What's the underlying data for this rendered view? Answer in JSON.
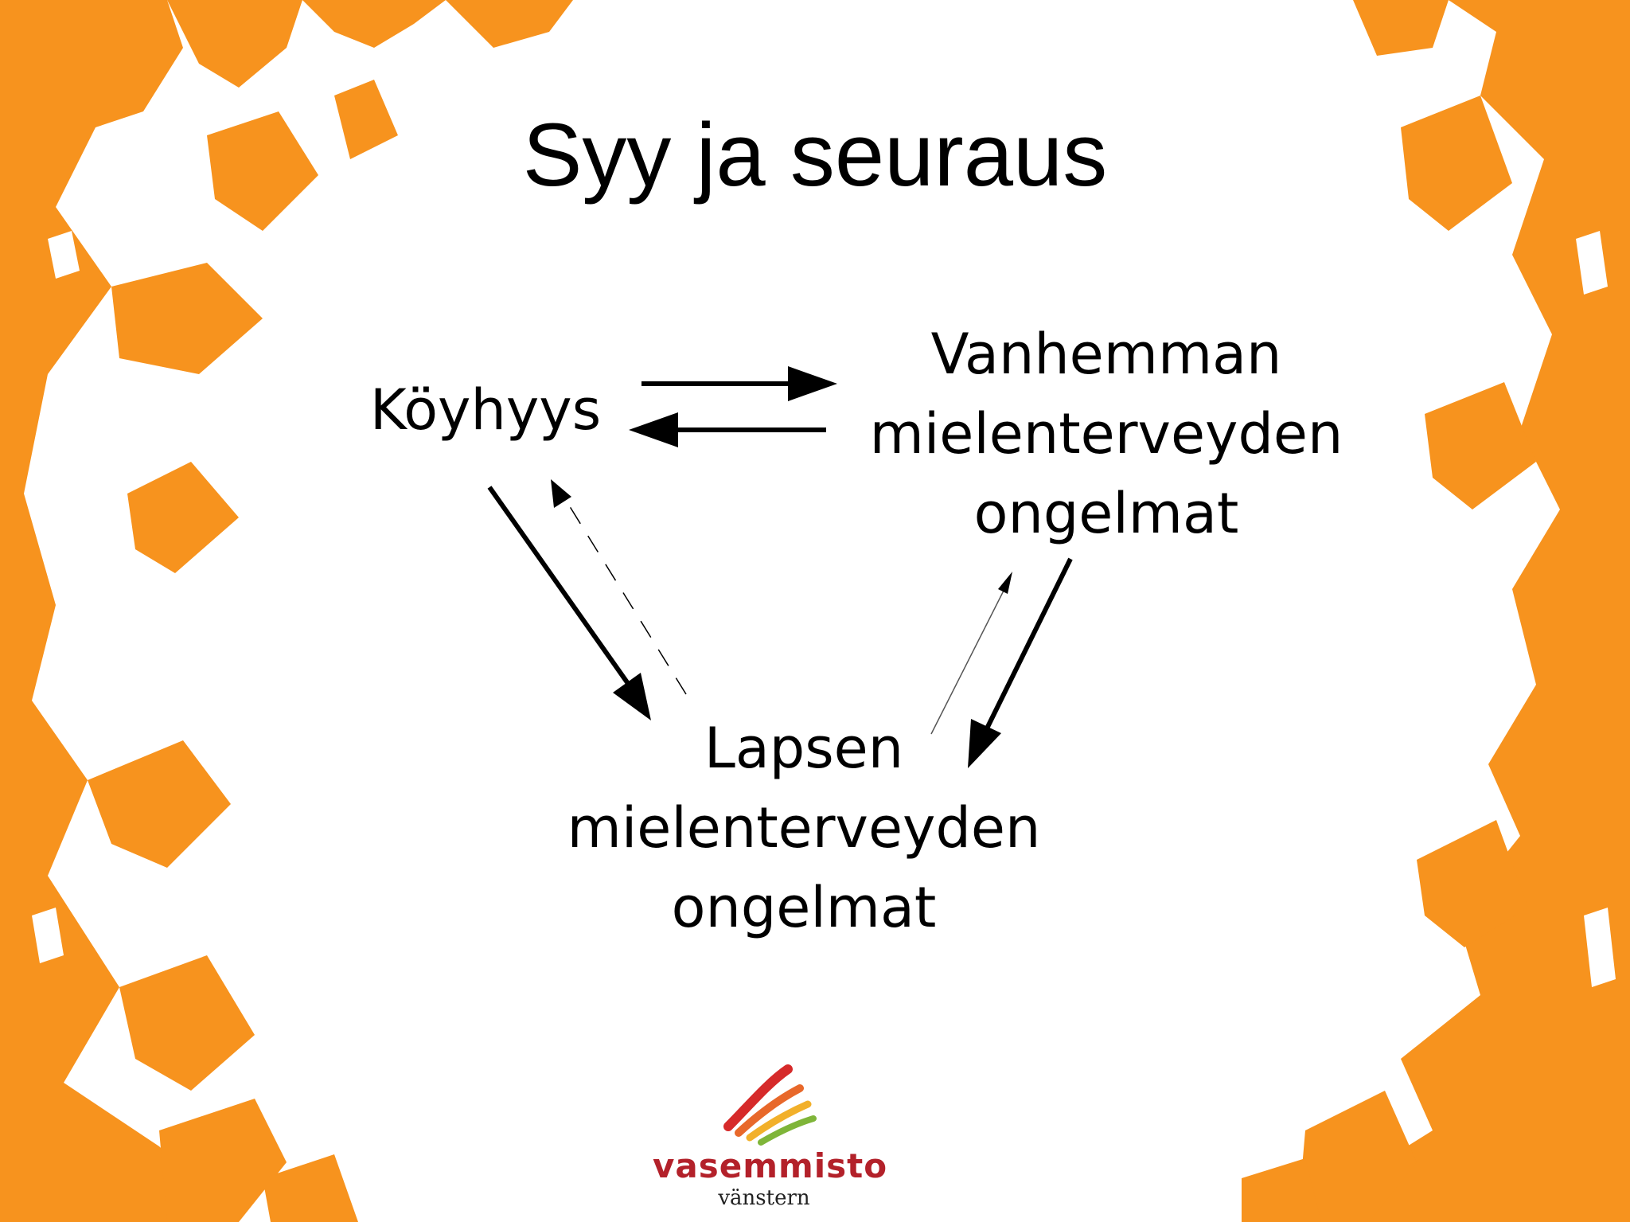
{
  "title": "Syy ja seuraus",
  "nodes": {
    "poverty": "Köyhyys",
    "parent": "Vanhemman\nmielenterveyden\nongelmat",
    "child": "Lapsen\nmielenterveyden\nongelmat"
  },
  "logo": {
    "name": "vasemmisto",
    "sub": "vänstern"
  },
  "colors": {
    "splash": "#f7931e",
    "arrow": "#000000",
    "logo_red": "#b3212a"
  }
}
